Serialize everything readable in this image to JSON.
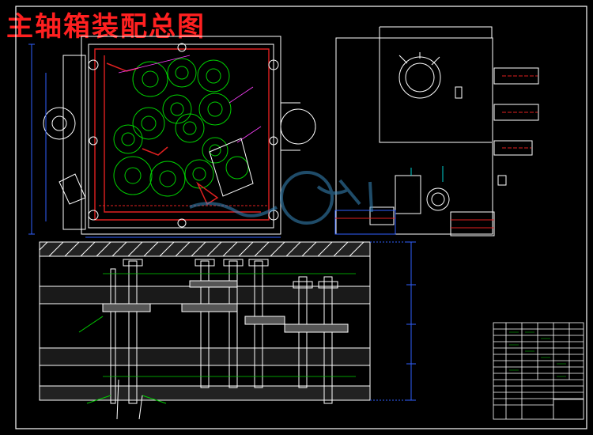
{
  "title": "主轴箱装配总图",
  "colors": {
    "background": "#000000",
    "title_red": "#ff2020",
    "line_white": "#ffffff",
    "gear_green": "#00d000",
    "housing_red": "#e02020",
    "dim_blue": "#3060ff",
    "callout_magenta": "#ff40ff",
    "cyan": "#00d0d0"
  },
  "title_block": {
    "rows": 14,
    "cols": 7
  }
}
